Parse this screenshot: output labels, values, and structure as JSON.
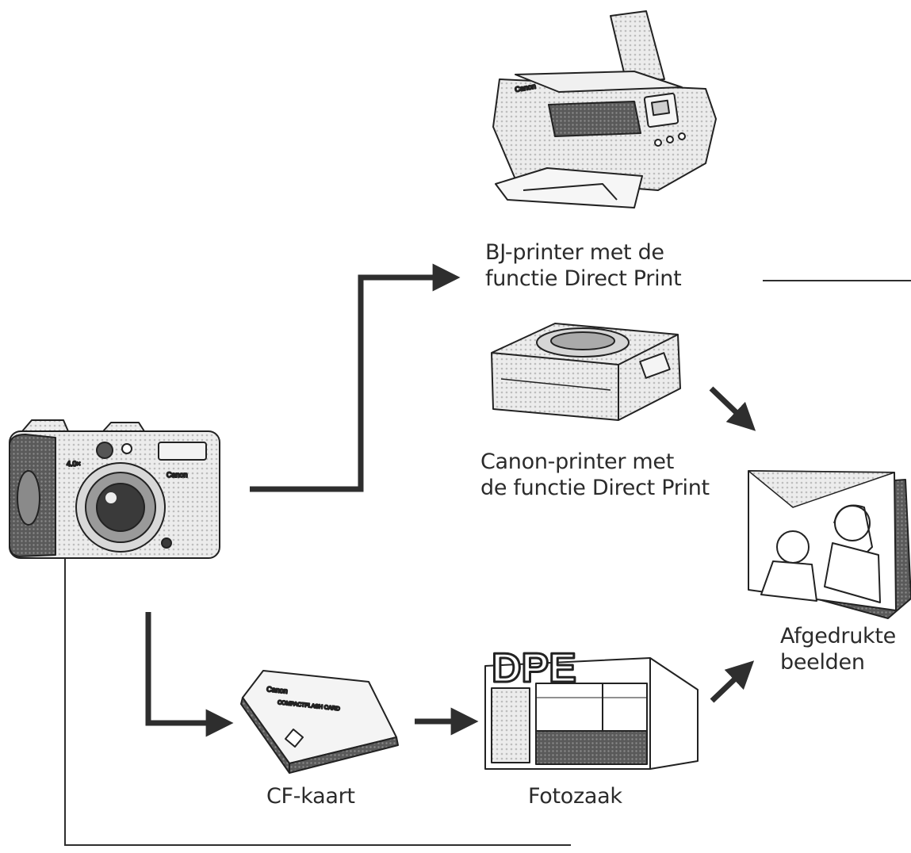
{
  "nodes": {
    "bj_printer": {
      "line1": "BJ-printer met de",
      "line2": "functie Direct Print"
    },
    "canon_printer": {
      "line1": "Canon-printer met",
      "line2": "de functie Direct Print"
    },
    "prints": {
      "line1": "Afgedrukte",
      "line2": "beelden"
    },
    "cf_card": {
      "label": "CF-kaart",
      "brand": "Canon",
      "type": "COMPACTFLASH CARD"
    },
    "photo_shop": {
      "label": "Fotozaak",
      "sign": "DPE"
    },
    "camera": {
      "brand": "Canon",
      "model_tag": "4.0×"
    }
  },
  "colors": {
    "line": "#2e2e2e",
    "outline": "#222222",
    "fill": "#e6e6e6"
  }
}
